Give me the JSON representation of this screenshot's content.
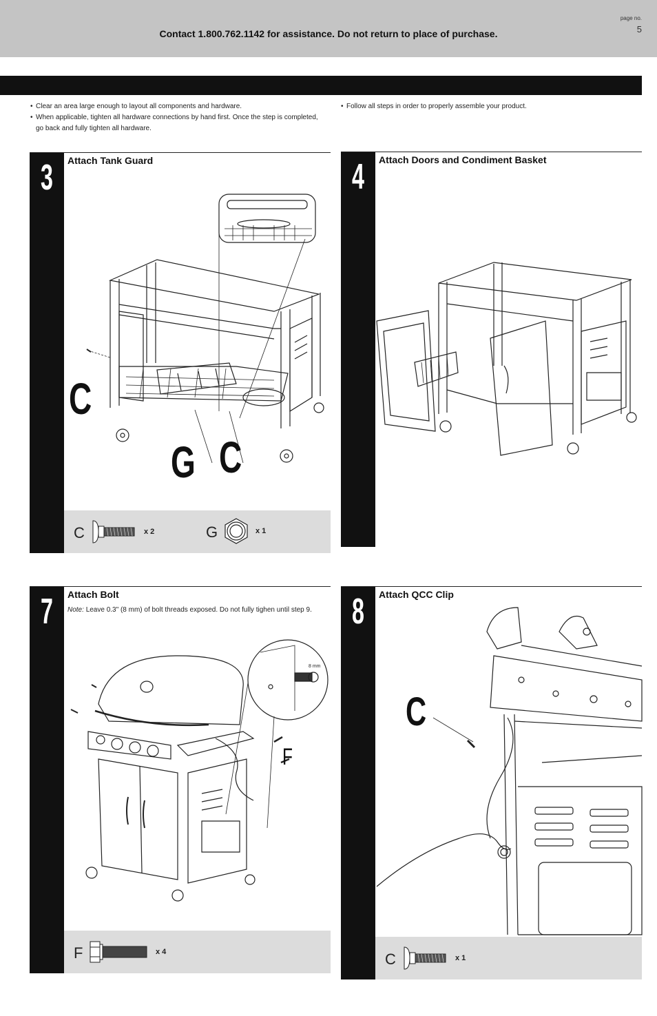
{
  "header": {
    "contact": "Contact 1.800.762.1142 for assistance. Do not return to place of purchase.",
    "page_no_label": "page no.",
    "page_no": "5"
  },
  "tips": {
    "left": [
      "Clear an area large enough to layout all components and hardware.",
      "When applicable, tighten all hardware connections by hand first. Once the step is completed, go back and fully tighten all hardware."
    ],
    "right": [
      "Follow all steps in order to properly assemble your product."
    ]
  },
  "steps": [
    {
      "number": "3",
      "title": "Attach Tank Guard",
      "callouts": [
        "C",
        "G",
        "C"
      ],
      "hardware": [
        {
          "letter": "C",
          "icon": "screw-icon",
          "qty": "x 2"
        },
        {
          "letter": "G",
          "icon": "nut-icon",
          "qty": "x 1"
        }
      ]
    },
    {
      "number": "4",
      "title": "Attach Doors and Condiment Basket"
    },
    {
      "number": "7",
      "title": "Attach Bolt",
      "note_label": "Note:",
      "note": "Leave 0.3\" (8 mm) of bolt threads exposed. Do not fully tighen until step 9.",
      "callouts": [
        "F"
      ],
      "detail_label": "8 mm",
      "hardware": [
        {
          "letter": "F",
          "icon": "bolt-icon",
          "qty": "x 4"
        }
      ]
    },
    {
      "number": "8",
      "title": "Attach QCC Clip",
      "callouts": [
        "C"
      ],
      "hardware": [
        {
          "letter": "C",
          "icon": "screw-icon",
          "qty": "x 1"
        }
      ]
    }
  ]
}
